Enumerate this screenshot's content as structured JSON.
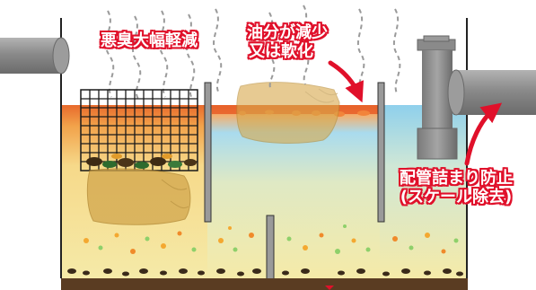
{
  "labels": {
    "odor": "悪臭大幅軽減",
    "oil_line1": "油分が減少",
    "oil_line2": "又は軟化",
    "pipe_line1": "配管詰まり防止",
    "pipe_line2": "(スケール除去)"
  },
  "colors": {
    "label_outline": "#e0102a",
    "arrow": "#e0102a",
    "pipe": "#8c8c8c",
    "tank_wall": "#222222",
    "water_surface": "#8fd0ec",
    "oil_layer": "#e8622a",
    "liquid": "#f4e7a0",
    "sludge": "#3a2a1a"
  }
}
